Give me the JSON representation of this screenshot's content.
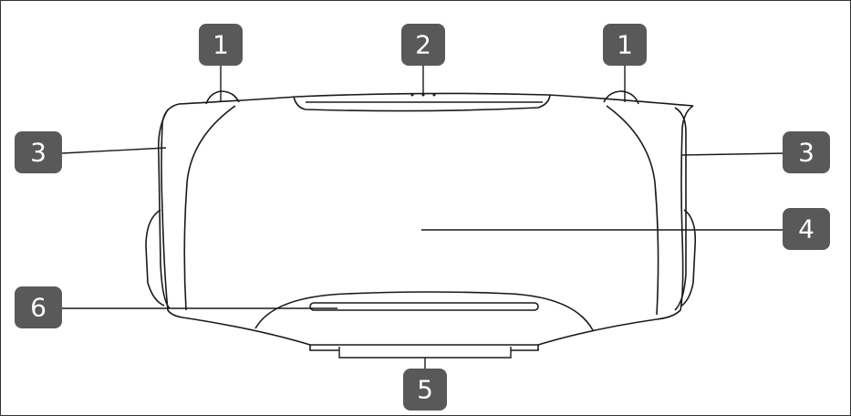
{
  "diagram": {
    "callouts": [
      {
        "id": "left-strap",
        "label": "1"
      },
      {
        "id": "right-strap",
        "label": "1"
      },
      {
        "id": "top-controls",
        "label": "2"
      },
      {
        "id": "left-side",
        "label": "3"
      },
      {
        "id": "right-side",
        "label": "3"
      },
      {
        "id": "body",
        "label": "4"
      },
      {
        "id": "feet",
        "label": "5"
      },
      {
        "id": "light-bar",
        "label": "6"
      }
    ],
    "colors": {
      "badge_fill": "#595959",
      "line": "#1a1a1a",
      "frame": "#333333"
    }
  }
}
